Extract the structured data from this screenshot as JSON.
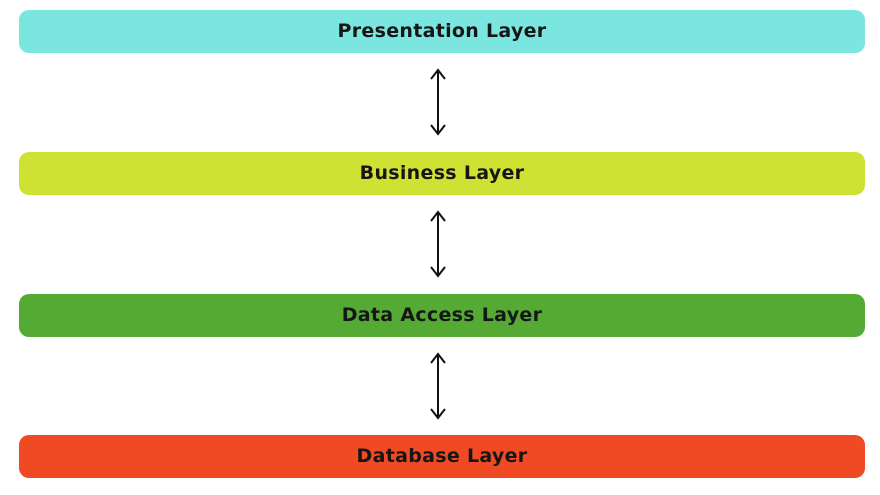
{
  "diagram": {
    "layers": [
      {
        "id": "presentation",
        "label": "Presentation Layer",
        "color": "#7BE5E0"
      },
      {
        "id": "business",
        "label": "Business Layer",
        "color": "#CDE233"
      },
      {
        "id": "data-access",
        "label": "Data Access Layer",
        "color": "#55AA33"
      },
      {
        "id": "database",
        "label": "Database Layer",
        "color": "#EF4A23"
      }
    ],
    "label_text_color": "#161616",
    "connector": {
      "type": "double-headed-vertical-arrow",
      "color": "#111111",
      "count": 3
    }
  }
}
